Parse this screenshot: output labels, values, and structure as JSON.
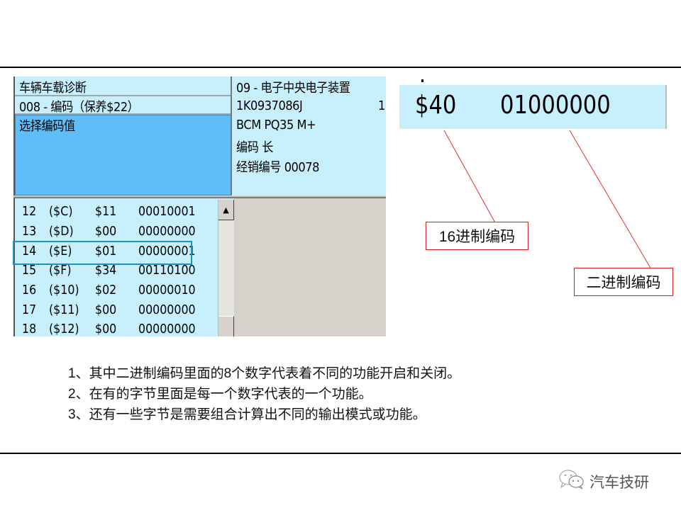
{
  "diagnostic": {
    "header": {
      "title": "车辆车载诊断",
      "function": "008 - 编码（保养$22）",
      "selected_prompt": "选择编码值"
    },
    "module_info": {
      "line1": "09 - 电子中央电子装置",
      "part_number": "1K0937086J",
      "part_suffix": "1",
      "line3": "BCM PQ35   M+",
      "line4": "编码 长",
      "line5": "经销编号 00078"
    },
    "byte_list": {
      "rows": [
        {
          "index": "12",
          "hex_index": "($C)",
          "value": "$11",
          "binary": "00010001"
        },
        {
          "index": "13",
          "hex_index": "($D)",
          "value": "$00",
          "binary": "00000000"
        },
        {
          "index": "14",
          "hex_index": "($E)",
          "value": "$01",
          "binary": "00000001"
        },
        {
          "index": "15",
          "hex_index": "($F)",
          "value": "$34",
          "binary": "00110100"
        },
        {
          "index": "16",
          "hex_index": "($10)",
          "value": "$02",
          "binary": "00000010"
        },
        {
          "index": "17",
          "hex_index": "($11)",
          "value": "$00",
          "binary": "00000000"
        },
        {
          "index": "18",
          "hex_index": "($12)",
          "value": "$00",
          "binary": "00000000"
        }
      ],
      "highlighted_row": "14",
      "scroll_up_icon": "▲"
    }
  },
  "zoom_strip": {
    "hex_value": "$40",
    "binary_value": "01000000"
  },
  "callouts": {
    "hex_label": "16进制编码",
    "binary_label": "二进制编码"
  },
  "notes": [
    "1、其中二进制编码里面的8个数字代表着不同的功能开启和关闭。",
    "2、在有的字节里面是每一个数字代表的一个功能。",
    "3、还有一些字节是需要组合计算出不同的输出模式或功能。"
  ],
  "brand": {
    "icon": "wechat-icon",
    "name": "汽车技研"
  },
  "colors": {
    "panel_bg": "#c8f0fc",
    "selection_bg": "#5fbef7",
    "highlight_border": "#1a93c0",
    "callout_border": "#d42020"
  }
}
